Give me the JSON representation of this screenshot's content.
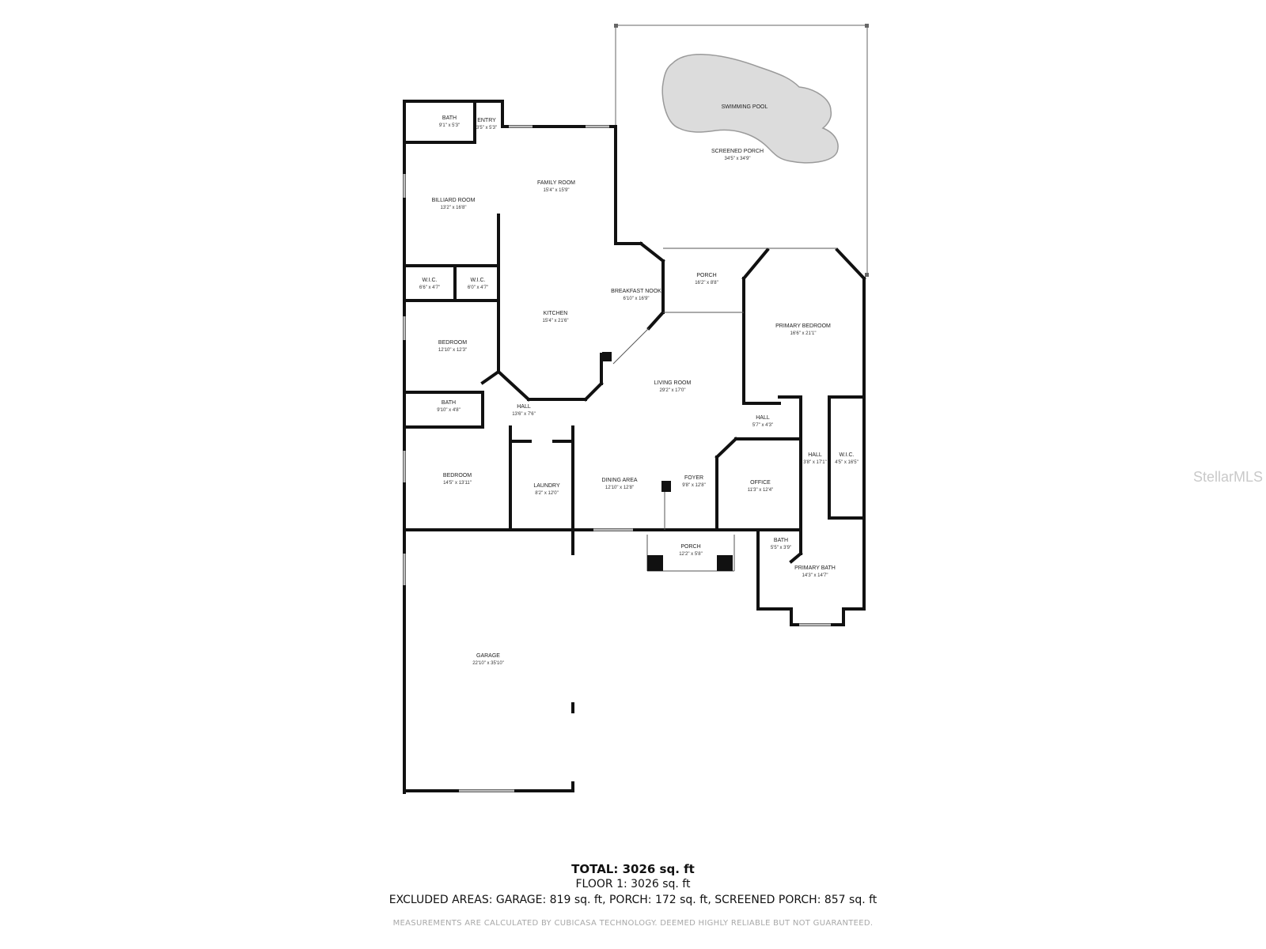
{
  "rooms": {
    "bath_top": {
      "name": "BATH",
      "dim": "9'1\" x 5'3\""
    },
    "entry": {
      "name": "ENTRY",
      "dim": "3'5\" x 5'3\""
    },
    "family_room": {
      "name": "FAMILY ROOM",
      "dim": "15'4\" x 15'9\""
    },
    "billiard_room": {
      "name": "BILLIARD ROOM",
      "dim": "13'2\" x 16'8\""
    },
    "swimming_pool": {
      "name": "SWIMMING POOL"
    },
    "screened_porch": {
      "name": "SCREENED PORCH",
      "dim": "34'5\" x 34'9\""
    },
    "porch_back": {
      "name": "PORCH",
      "dim": "16'2\" x 8'8\""
    },
    "wic_1": {
      "name": "W.I.C.",
      "dim": "6'6\" x 4'7\""
    },
    "wic_2": {
      "name": "W.I.C.",
      "dim": "6'0\" x 4'7\""
    },
    "breakfast_nook": {
      "name": "BREAKFAST NOOK",
      "dim": "6'10\" x 16'9\""
    },
    "kitchen": {
      "name": "KITCHEN",
      "dim": "15'4\" x 21'6\""
    },
    "primary_bedroom": {
      "name": "PRIMARY BEDROOM",
      "dim": "16'6\" x 21'1\""
    },
    "bedroom_1": {
      "name": "BEDROOM",
      "dim": "12'10\" x 12'3\""
    },
    "living_room": {
      "name": "LIVING ROOM",
      "dim": "29'2\" x 17'0\""
    },
    "bath_mid": {
      "name": "BATH",
      "dim": "9'10\" x 4'8\""
    },
    "hall_main": {
      "name": "HALL",
      "dim": "13'6\" x 7'6\""
    },
    "hall_small": {
      "name": "HALL",
      "dim": "5'7\" x 4'3\""
    },
    "hall_long": {
      "name": "HALL",
      "dim": "3'8\" x 17'1\""
    },
    "wic_primary": {
      "name": "W.I.C.",
      "dim": "4'5\" x 16'5\""
    },
    "bedroom_2": {
      "name": "BEDROOM",
      "dim": "14'5\" x 13'11\""
    },
    "laundry": {
      "name": "LAUNDRY",
      "dim": "8'2\" x 12'0\""
    },
    "dining_area": {
      "name": "DINING AREA",
      "dim": "12'10\" x 12'8\""
    },
    "foyer": {
      "name": "FOYER",
      "dim": "9'8\" x 12'8\""
    },
    "office": {
      "name": "OFFICE",
      "dim": "11'3\" x 12'4\""
    },
    "porch_front": {
      "name": "PORCH",
      "dim": "12'2\" x 5'8\""
    },
    "bath_small": {
      "name": "BATH",
      "dim": "5'5\" x 3'9\""
    },
    "primary_bath": {
      "name": "PRIMARY BATH",
      "dim": "14'3\" x 14'7\""
    },
    "garage": {
      "name": "GARAGE",
      "dim": "22'10\" x 35'10\""
    }
  },
  "summary": {
    "total": "TOTAL: 3026 sq. ft",
    "floor1": "FLOOR 1: 3026 sq. ft",
    "excluded": "EXCLUDED AREAS: GARAGE: 819 sq. ft, PORCH: 172 sq. ft, SCREENED PORCH: 857 sq. ft",
    "disclaimer": "MEASUREMENTS ARE CALCULATED BY CUBICASA TECHNOLOGY. DEEMED HIGHLY RELIABLE BUT NOT GUARANTEED."
  },
  "watermark": "StellarMLS",
  "colors": {
    "wall": "#111111",
    "pool_fill": "#dcdcdc",
    "pool_stroke": "#9a9a9a",
    "window": "#bdbdbd"
  }
}
